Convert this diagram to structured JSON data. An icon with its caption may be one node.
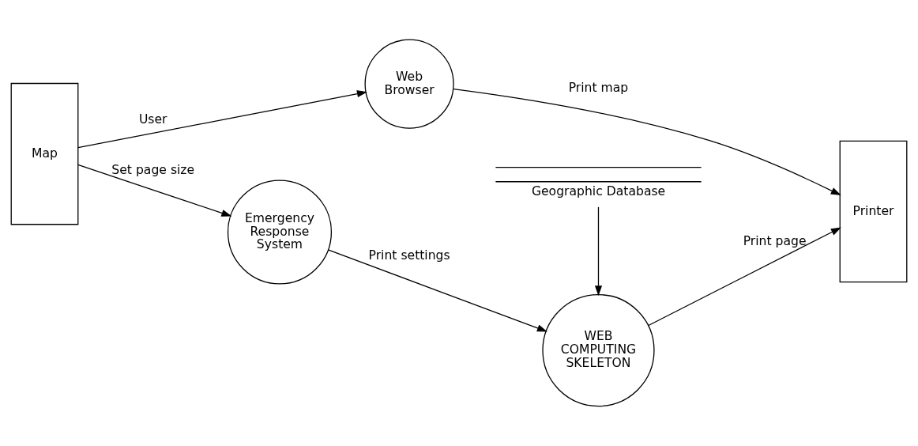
{
  "diagram": {
    "nodes": [
      {
        "text": [
          "Map"
        ]
      },
      {
        "text": [
          "Web Browser"
        ]
      },
      {
        "text": [
          "Emergency Response System"
        ]
      },
      {
        "text": [
          "WEB COMPUTING SKELETON"
        ]
      },
      {
        "text": [
          "Printer"
        ]
      },
      {
        "text": [
          "Geographic Database"
        ]
      }
    ],
    "edges": [
      {
        "from": 0,
        "to": 1,
        "arrow": "to",
        "label": "User"
      },
      {
        "from": 1,
        "to": 4,
        "arrow": "to",
        "label": "Print map"
      },
      {
        "from": 0,
        "to": 2,
        "arrow": "to",
        "label": "Set page size"
      },
      {
        "from": 2,
        "to": 3,
        "arrow": "to",
        "label": "Print settings"
      },
      {
        "from": 3,
        "to": 4,
        "arrow": "to",
        "label": "Print page"
      },
      {
        "from": 5,
        "to": 3,
        "arrow": "to"
      }
    ]
  }
}
